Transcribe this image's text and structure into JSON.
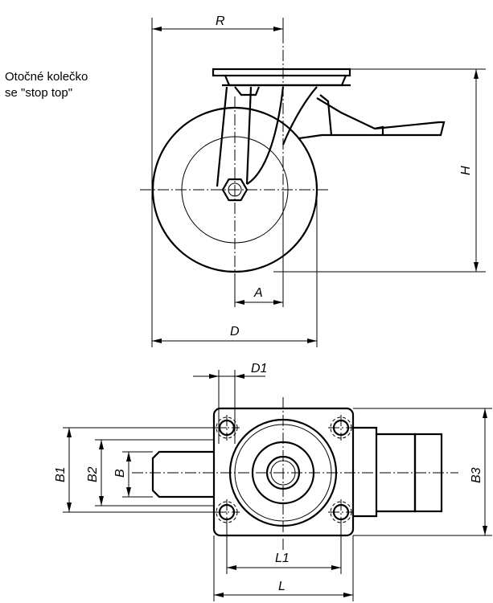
{
  "caption": {
    "line1": "Otočné kolečko",
    "line2": "se \"stop top\""
  },
  "dimensions": {
    "R": "R",
    "H": "H",
    "A": "A",
    "D": "D",
    "D1": "D1",
    "B1": "B1",
    "B2": "B2",
    "B": "B",
    "B3": "B3",
    "L1": "L1",
    "L": "L"
  }
}
